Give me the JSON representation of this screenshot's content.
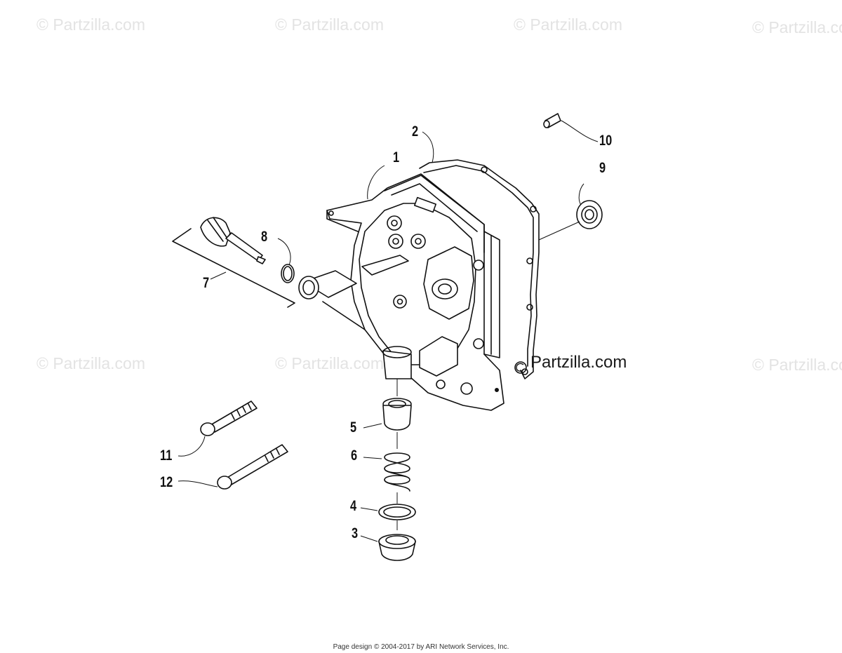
{
  "watermarks": [
    {
      "text": "© Partzilla.com"
    },
    {
      "text": "© Partzilla.com"
    },
    {
      "text": "© Partzilla.com"
    },
    {
      "text": "© Partzilla.com"
    },
    {
      "text": "© Partzilla.com"
    },
    {
      "text": "© Partzilla.com"
    },
    {
      "text": "© Partzilla.com"
    }
  ],
  "center_watermark": "Partzilla.com",
  "callouts": {
    "c1": "1",
    "c2": "2",
    "c3": "3",
    "c4": "4",
    "c5": "5",
    "c6": "6",
    "c7": "7",
    "c8": "8",
    "c9": "9",
    "c10": "10",
    "c11": "11",
    "c12": "12"
  },
  "footer": "Page design © 2004-2017 by ARI Network Services, Inc."
}
